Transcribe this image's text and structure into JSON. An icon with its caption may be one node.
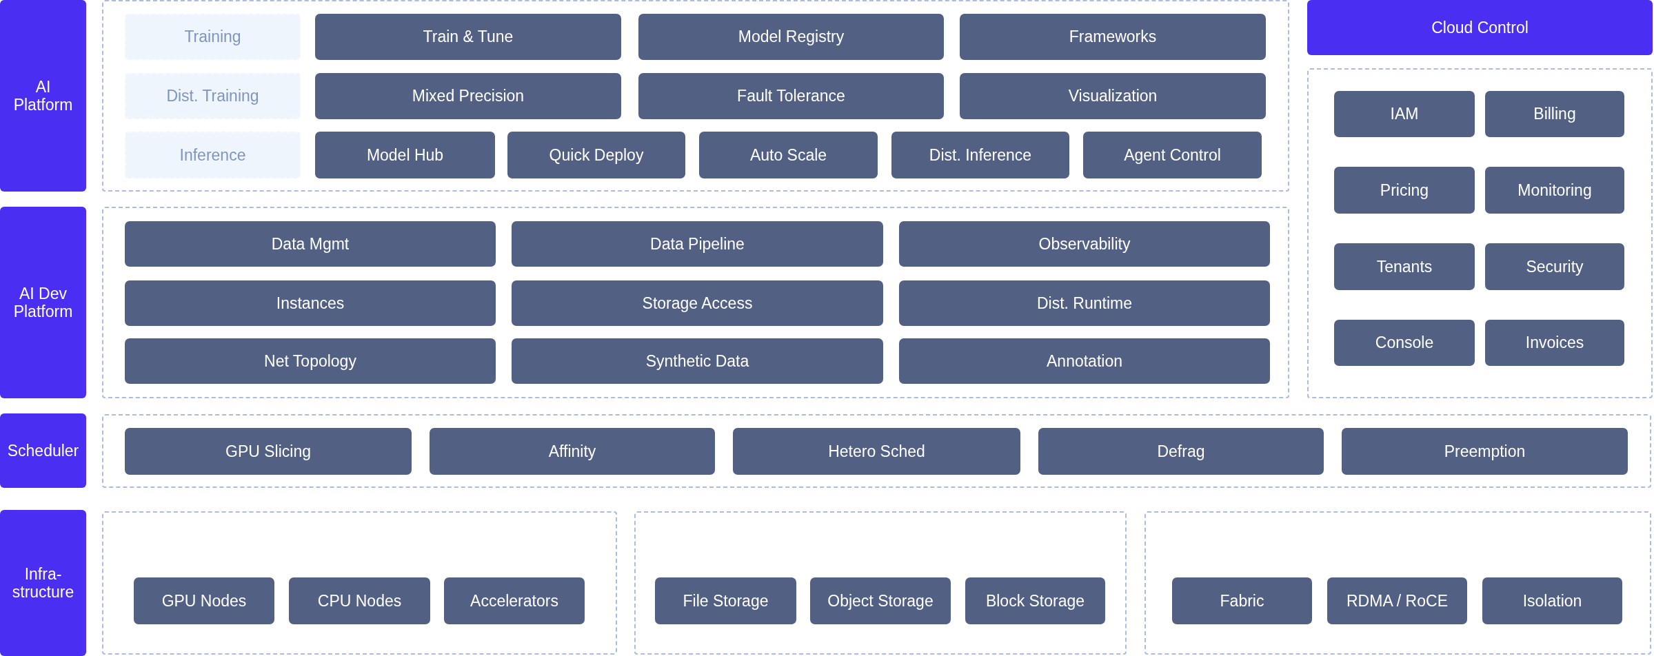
{
  "diagram": {
    "nodes": [
      {
        "text": [
          "AI Platform"
        ]
      },
      {
        "text": [],
        "shape": "box"
      },
      {
        "text": [
          "Training"
        ],
        "in": 1
      },
      {
        "text": [
          "Train & Tune"
        ],
        "in": 1
      },
      {
        "text": [
          "Model Registry"
        ],
        "in": 1
      },
      {
        "text": [
          "Frameworks"
        ],
        "in": 1
      },
      {
        "text": [
          "Dist. Training"
        ],
        "in": 1
      },
      {
        "text": [
          "Mixed Precision"
        ],
        "in": 1
      },
      {
        "text": [
          "Fault Tolerance"
        ],
        "in": 1
      },
      {
        "text": [
          "Visualization"
        ],
        "in": 1
      },
      {
        "text": [
          "Inference"
        ],
        "in": 1
      },
      {
        "text": [
          "Model Hub"
        ],
        "in": 1
      },
      {
        "text": [
          "Quick Deploy"
        ],
        "in": 1
      },
      {
        "text": [
          "Auto Scale"
        ],
        "in": 1
      },
      {
        "text": [
          "Dist. Inference"
        ],
        "in": 1
      },
      {
        "text": [
          "Agent Control"
        ],
        "in": 1
      },
      {
        "text": [
          "Cloud Control"
        ]
      },
      {
        "text": [],
        "shape": "box"
      },
      {
        "text": [
          "IAM"
        ],
        "in": 17
      },
      {
        "text": [
          "Billing"
        ],
        "in": 17
      },
      {
        "text": [
          "Pricing"
        ],
        "in": 17
      },
      {
        "text": [
          "Monitoring"
        ],
        "in": 17
      },
      {
        "text": [
          "Tenants"
        ],
        "in": 17
      },
      {
        "text": [
          "Security"
        ],
        "in": 17
      },
      {
        "text": [
          "Console"
        ],
        "in": 17
      },
      {
        "text": [
          "Invoices"
        ],
        "in": 17
      },
      {
        "text": [
          "AI Dev Platform"
        ]
      },
      {
        "text": [],
        "shape": "box"
      },
      {
        "text": [
          "Data Mgmt"
        ],
        "in": 27
      },
      {
        "text": [
          "Data Pipeline"
        ],
        "in": 27
      },
      {
        "text": [
          "Observability"
        ],
        "in": 27
      },
      {
        "text": [
          "Instances"
        ],
        "in": 27
      },
      {
        "text": [
          "Storage Access"
        ],
        "in": 27
      },
      {
        "text": [
          "Dist. Runtime"
        ],
        "in": 27
      },
      {
        "text": [
          "Net Topology"
        ],
        "in": 27
      },
      {
        "text": [
          "Synthetic Data"
        ],
        "in": 27
      },
      {
        "text": [
          "Annotation"
        ],
        "in": 27
      },
      {
        "text": [
          "Scheduler"
        ]
      },
      {
        "text": [],
        "shape": "box"
      },
      {
        "text": [
          "GPU Slicing"
        ],
        "in": 38
      },
      {
        "text": [
          "Affinity"
        ],
        "in": 38
      },
      {
        "text": [
          "Hetero Sched"
        ],
        "in": 38
      },
      {
        "text": [
          "Defrag"
        ],
        "in": 38
      },
      {
        "text": [
          "Preemption"
        ],
        "in": 38
      },
      {
        "text": [
          "Infra- structure"
        ]
      },
      {
        "text": [],
        "shape": "box"
      },
      {
        "text": [
          "GPU Nodes"
        ],
        "in": 45
      },
      {
        "text": [
          "CPU Nodes"
        ],
        "in": 45
      },
      {
        "text": [
          "Accelerators"
        ],
        "in": 45
      },
      {
        "text": [],
        "shape": "box"
      },
      {
        "text": [
          "File Storage"
        ],
        "in": 49
      },
      {
        "text": [
          "Object Storage"
        ],
        "in": 49
      },
      {
        "text": [
          "Block Storage"
        ],
        "in": 49
      },
      {
        "text": [],
        "shape": "box"
      },
      {
        "text": [
          "Fabric"
        ],
        "in": 53
      },
      {
        "text": [
          "RDMA / RoCE"
        ],
        "in": 53
      },
      {
        "text": [
          "Isolation"
        ],
        "in": 53
      }
    ]
  }
}
